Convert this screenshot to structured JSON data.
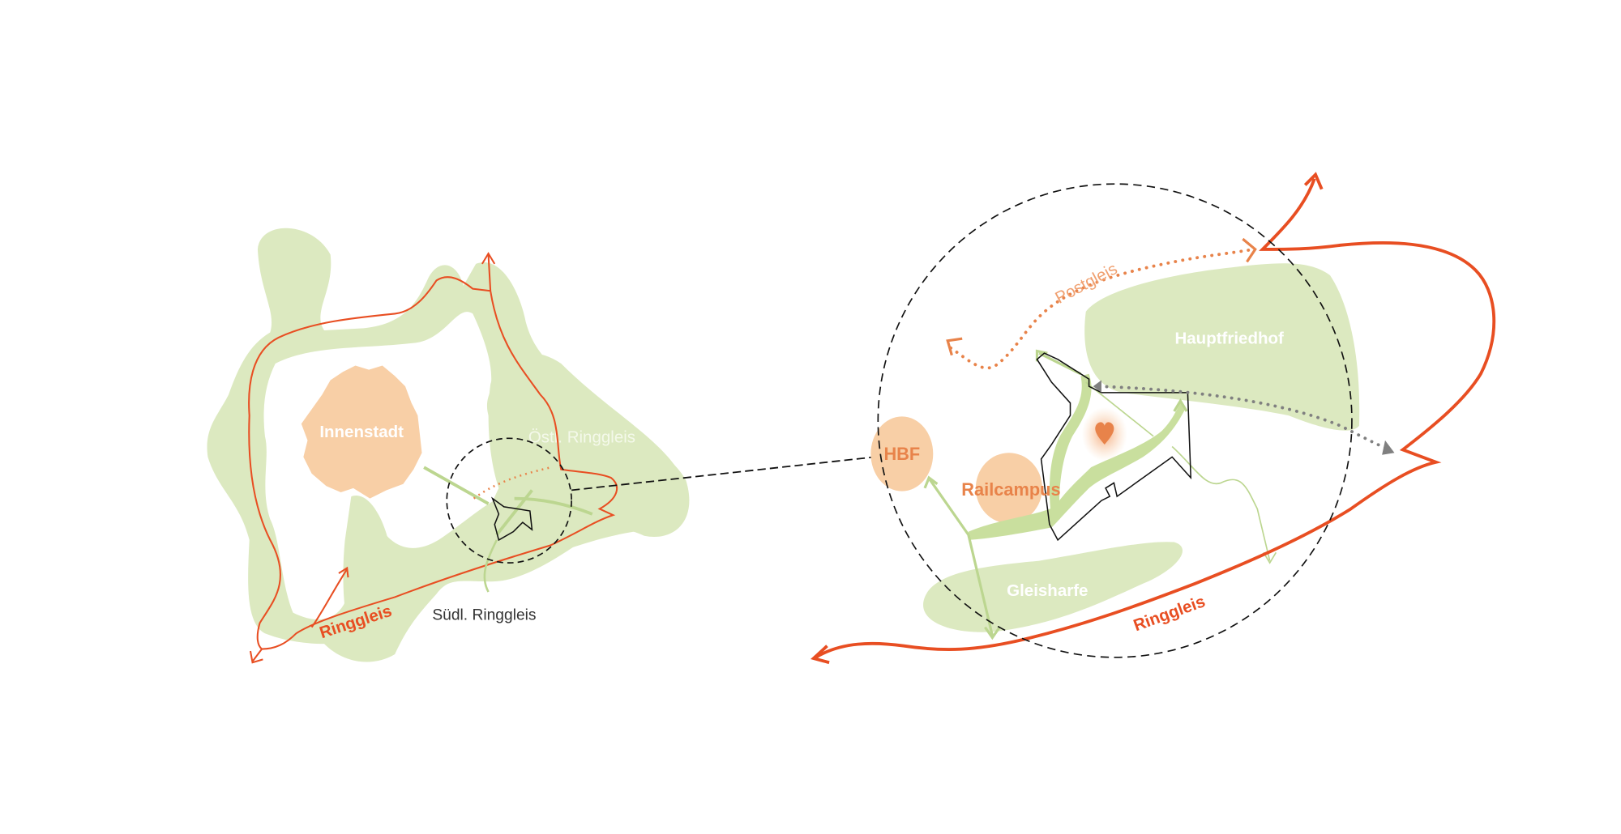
{
  "colors": {
    "green": "#dce9c0",
    "green_line": "#bcd690",
    "orange_area": "#f8cfa6",
    "orange_text": "#e8834a",
    "red": "#e84e22",
    "gray": "#808080",
    "black": "#111111"
  },
  "overview_map": {
    "innenstadt": "Innenstadt",
    "oestl_ringgleis": "Östl. Ringgleis",
    "suedl_ringgleis": "Südl. Ringgleis",
    "ringgleis": "Ringgleis"
  },
  "detail_map": {
    "hbf": "HBF",
    "railcampus": "Railcampus",
    "hauptfriedhof": "Hauptfriedhof",
    "gleisharfe": "Gleisharfe",
    "postgleis": "Postgleis",
    "ringgleis": "Ringgleis"
  }
}
